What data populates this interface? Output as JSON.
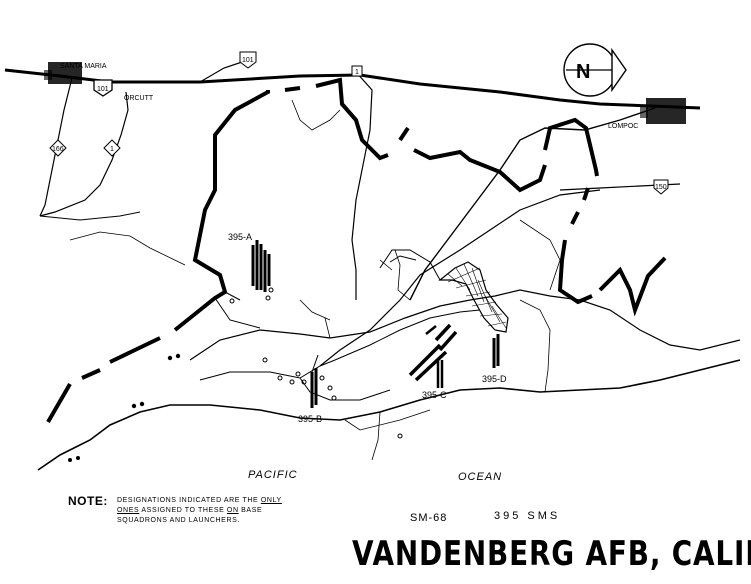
{
  "map": {
    "towns": {
      "santa_maria": "SANTA MARIA",
      "orcutt": "ORCUTT",
      "lompoc": "LOMPOC"
    },
    "highways": {
      "us101_top": "101",
      "us101_santa_maria": "101",
      "hwy166": "166",
      "hwy1_left": "1",
      "hwy1_top": "1",
      "hwy150": "150"
    },
    "sites": {
      "a": "395-A",
      "b": "395-B",
      "c": "395-C",
      "d": "395-D"
    },
    "water": {
      "pacific": "PACIFIC",
      "ocean": "OCEAN"
    },
    "north_symbol": "N"
  },
  "note": {
    "head": "NOTE:",
    "text_1": "DESIGNATIONS INDICATED ARE THE ",
    "only": "ONLY ONES",
    "text_2": " ASSIGNED TO THESE ",
    "on": "ON",
    "text_3": " BASE SQUADRONS AND LAUNCHERS."
  },
  "caption": {
    "missile": "SM-68",
    "squadron": "395 SMS",
    "title": "VANDENBERG AFB, CALIF."
  }
}
